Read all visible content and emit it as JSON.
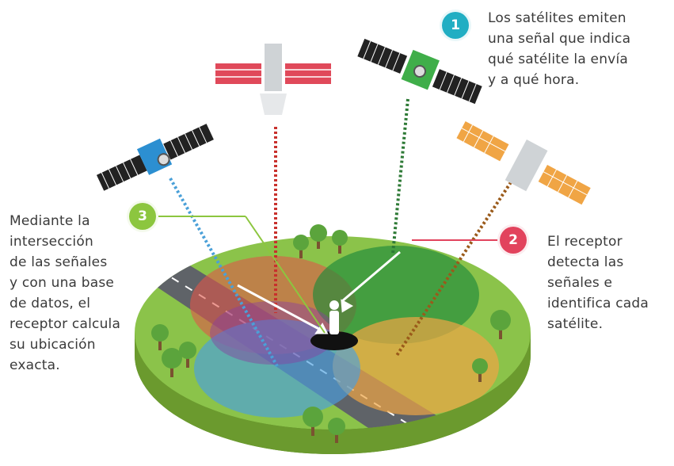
{
  "steps": [
    {
      "number": "1",
      "text": "Los satélites emiten\nuna señal que indica\nqué satélite la envía\ny a qué hora.",
      "color": "#21aec3"
    },
    {
      "number": "2",
      "text": "El receptor\ndetecta las\nseñales e\nidentifica cada\nsatélite.",
      "color": "#e2435d"
    },
    {
      "number": "3",
      "text": "Mediante la\nintersección\nde las señales\ny con una base\nde datos, el\nreceptor calcula\nsu ubicación\nexacta.",
      "color": "#8cc63f"
    }
  ],
  "colors": {
    "ground": "#8bc34a",
    "soil": "#6a9a2e",
    "road": "#5f6368",
    "signal_blue": "#4aa0d8",
    "signal_red": "#e0574a",
    "signal_green": "#2e8b3e",
    "signal_orange": "#f0a545"
  },
  "icons": [
    "satellite-icon",
    "person-icon",
    "tree-icon"
  ]
}
